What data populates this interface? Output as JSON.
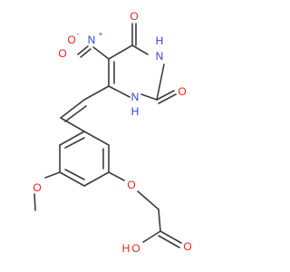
{
  "molecule": {
    "colors": {
      "bond": "#3d3d3d",
      "oxygen": "#e8231e",
      "nitrogen": "#2f3fcf",
      "background": "#ffffff"
    },
    "atoms": {
      "nitro_n": "N",
      "nitro_n_charge": "+",
      "nitro_o_double": "O",
      "nitro_o_single": "O",
      "nitro_o_charge": "-",
      "ring_o_top": "O",
      "ring_nh_right": "N",
      "ring_nh_right_h": "H",
      "ring_o_right": "O",
      "ring_nh_bottom": "N",
      "ring_nh_bottom_h": "H",
      "methoxy_o": "O",
      "ether_o": "O",
      "acid_o_double": "O",
      "acid_oh_o": "O",
      "acid_oh_h": "H"
    }
  }
}
